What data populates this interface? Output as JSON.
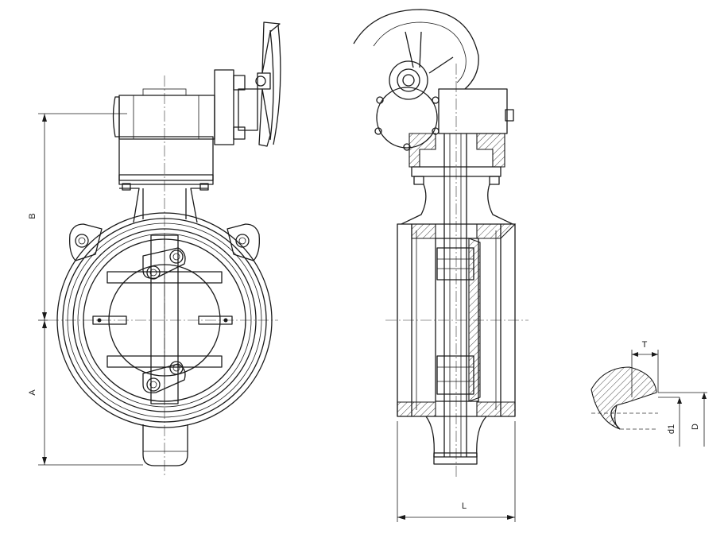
{
  "labels": {
    "A": "A",
    "B": "B",
    "L": "L",
    "T": "T",
    "d1": "d1",
    "D": "D"
  }
}
